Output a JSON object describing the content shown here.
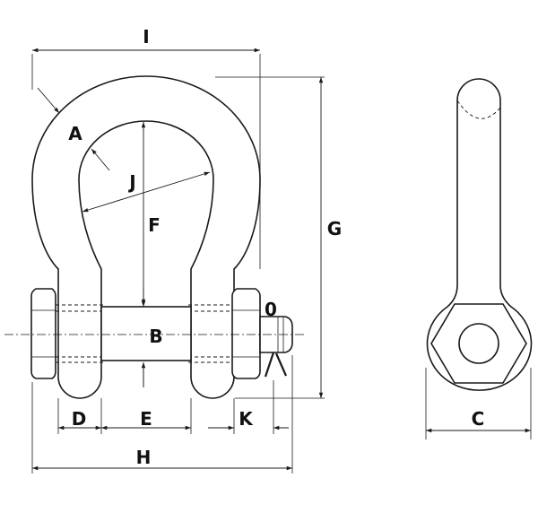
{
  "labels": {
    "A": "A",
    "B": "B",
    "C": "C",
    "D": "D",
    "E": "E",
    "F": "F",
    "G": "G",
    "H": "H",
    "I": "I",
    "J": "J",
    "K": "K",
    "O": "0"
  }
}
